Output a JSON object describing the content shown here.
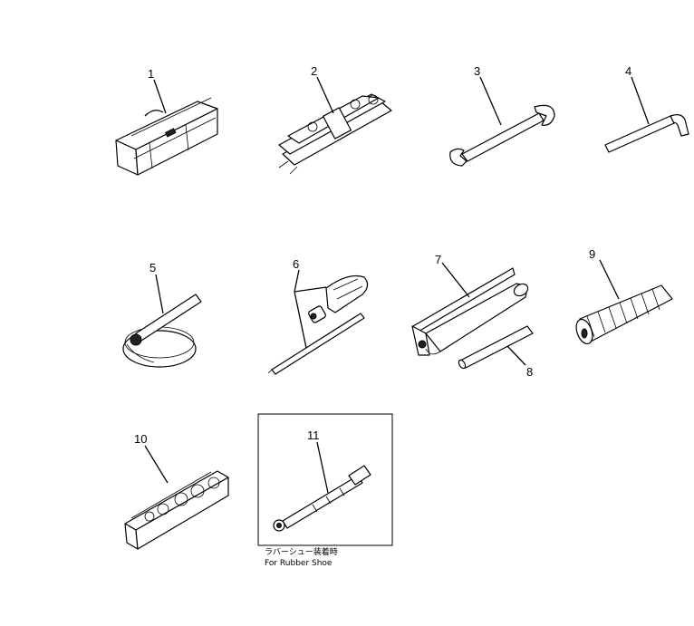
{
  "parts": [
    {
      "id": "p1",
      "label": "1"
    },
    {
      "id": "p2",
      "label": "2"
    },
    {
      "id": "p3",
      "label": "3"
    },
    {
      "id": "p4",
      "label": "4"
    },
    {
      "id": "p5",
      "label": "5"
    },
    {
      "id": "p6",
      "label": "6"
    },
    {
      "id": "p7",
      "label": "7"
    },
    {
      "id": "p8",
      "label": "8"
    },
    {
      "id": "p9",
      "label": "9"
    },
    {
      "id": "p10",
      "label": "10"
    },
    {
      "id": "p11",
      "label": "11"
    }
  ],
  "inset": {
    "caption_jp": "ラバーシュー装着時",
    "caption_en": "For Rubber Shoe"
  }
}
